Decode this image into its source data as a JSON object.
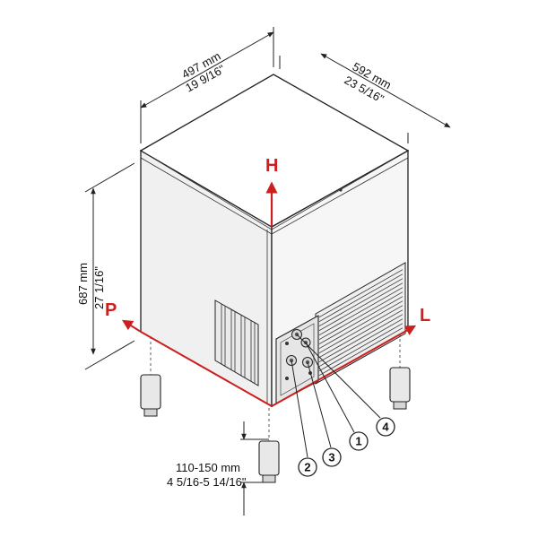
{
  "dimensions": {
    "width": {
      "mm": "497 mm",
      "inch": "19 9/16\""
    },
    "depth": {
      "mm": "592 mm",
      "inch": "23 5/16\""
    },
    "height": {
      "mm": "687 mm",
      "inch": "27 1/16\""
    },
    "legs": {
      "mm": "110-150 mm",
      "inch": "4 5/16-5 14/16\""
    }
  },
  "axes": {
    "height": "H",
    "width": "P",
    "depth": "L",
    "color": "#cc1f1f"
  },
  "callouts": [
    "1",
    "2",
    "3",
    "4"
  ]
}
